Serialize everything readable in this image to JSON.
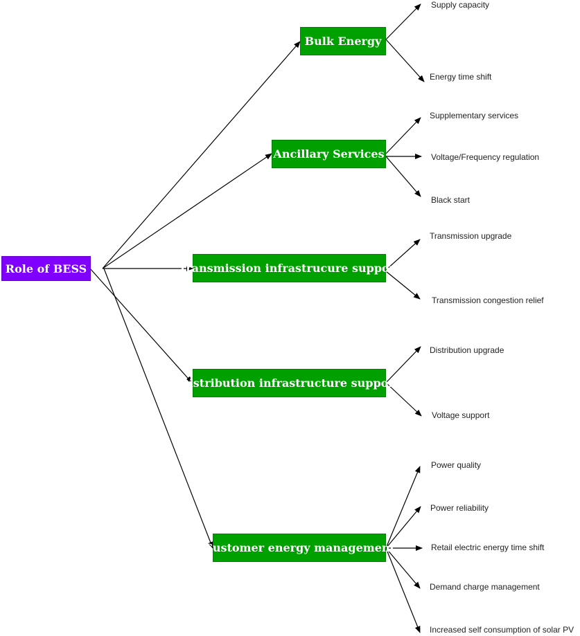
{
  "diagram": {
    "root": {
      "label": "Role of BESS",
      "color": "#7f00ff"
    },
    "categories": [
      {
        "label": "Bulk Energy",
        "color": "#00a000",
        "items": [
          "Supply capacity",
          "Energy time shift"
        ]
      },
      {
        "label": "Ancillary Services",
        "color": "#00a000",
        "items": [
          "Supplementary services",
          "Voltage/Frequency regulation",
          "Black start"
        ]
      },
      {
        "label": "Transmission infrastrucure support",
        "color": "#00a000",
        "items": [
          "Transmission upgrade",
          "Transmission congestion relief"
        ]
      },
      {
        "label": "Distribution infrastructure support",
        "color": "#00a000",
        "items": [
          "Distribution upgrade",
          "Voltage support"
        ]
      },
      {
        "label": "Customer energy management",
        "color": "#00a000",
        "items": [
          "Power quality",
          "Power reliability",
          "Retail electric energy time shift",
          "Demand charge management",
          "Increased self consumption of solar PV"
        ]
      }
    ]
  }
}
